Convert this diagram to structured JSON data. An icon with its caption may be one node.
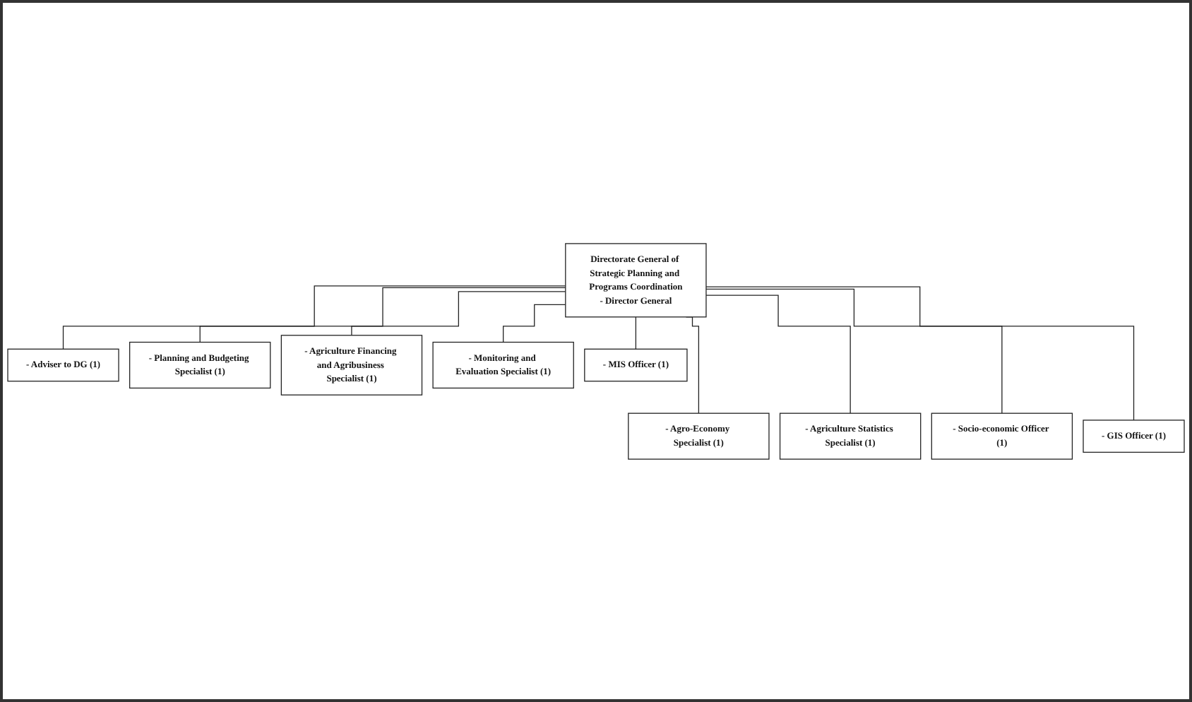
{
  "diagram": {
    "nodes": [
      {
        "text": [
          "Directorate General of Strategic Planning and Programs Coordination",
          "- Director General"
        ]
      },
      {
        "text": [
          "- Adviser to DG (1)"
        ]
      },
      {
        "text": [
          "- Planning and Budgeting Specialist (1)"
        ]
      },
      {
        "text": [
          "- Agriculture Financing and Agribusiness Specialist (1)"
        ]
      },
      {
        "text": [
          "- Monitoring and Evaluation Specialist (1)"
        ]
      },
      {
        "text": [
          "- MIS Officer (1)"
        ]
      },
      {
        "text": [
          "- Agro-Economy Specialist (1)"
        ]
      },
      {
        "text": [
          "- Agriculture Statistics Specialist (1)"
        ]
      },
      {
        "text": [
          "- Socio-economic Officer (1)"
        ]
      },
      {
        "text": [
          "- GIS Officer (1)"
        ]
      }
    ],
    "edges": [
      {
        "from": 0,
        "to": 1,
        "arrow": "none"
      },
      {
        "from": 0,
        "to": 2,
        "arrow": "none"
      },
      {
        "from": 0,
        "to": 6,
        "arrow": "none"
      },
      {
        "from": 0,
        "to": 3,
        "arrow": "none"
      },
      {
        "from": 0,
        "to": 7,
        "arrow": "none"
      },
      {
        "from": 0,
        "to": 4,
        "arrow": "none"
      },
      {
        "from": 0,
        "to": 8,
        "arrow": "none"
      },
      {
        "from": 0,
        "to": 5,
        "arrow": "none"
      },
      {
        "from": 0,
        "to": 9,
        "arrow": "none"
      }
    ]
  }
}
